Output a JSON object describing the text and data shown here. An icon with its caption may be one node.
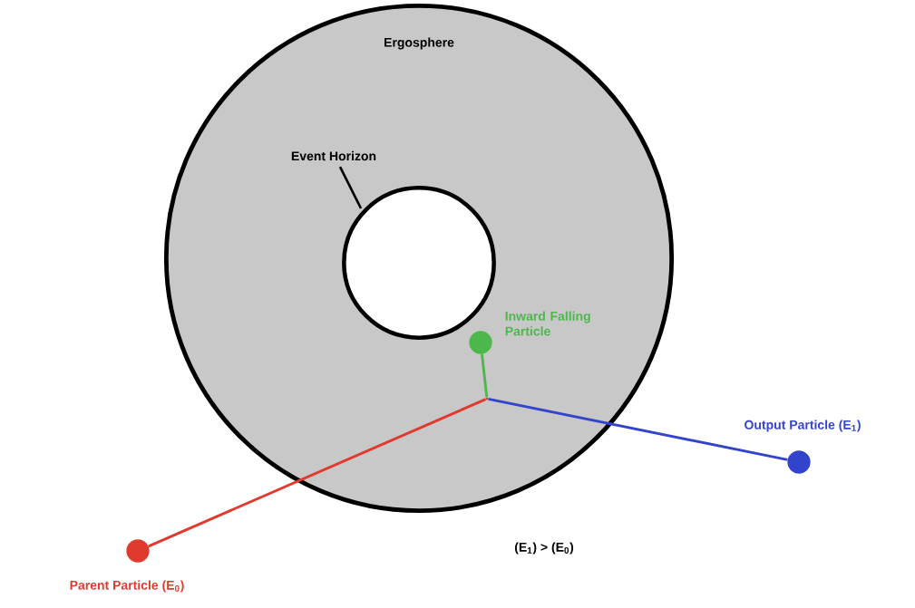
{
  "diagram": {
    "nodes": [
      {
        "text": [
          "Ergosphere"
        ]
      },
      {
        "text": [],
        "shape": "circle",
        "in": 0
      },
      {
        "text": [
          "Event Horizon"
        ],
        "in": 0
      },
      {
        "text": [],
        "shape": "circle",
        "in": 0,
        "beside": [
          "Inward Falling Particle"
        ]
      },
      {
        "text": [],
        "shape": "point",
        "in": 0
      },
      {
        "text": [],
        "shape": "circle",
        "beside": [
          "Parent Particle (E$_{0}$)"
        ]
      },
      {
        "text": [],
        "shape": "circle",
        "beside": [
          "Output Particle (E$_{1}$)"
        ]
      }
    ],
    "edges": [
      {
        "from": 2,
        "to": 1,
        "arrow": "none"
      },
      {
        "from": 5,
        "to": 4,
        "arrow": "none",
        "color": "#e03a2e"
      },
      {
        "from": 4,
        "to": 3,
        "arrow": "none",
        "color": "#4cb84c"
      },
      {
        "from": 4,
        "to": 6,
        "arrow": "none",
        "color": "#3344cc"
      }
    ],
    "labels": [
      "(E$_{1}$) > (E$_{0}$)"
    ]
  }
}
